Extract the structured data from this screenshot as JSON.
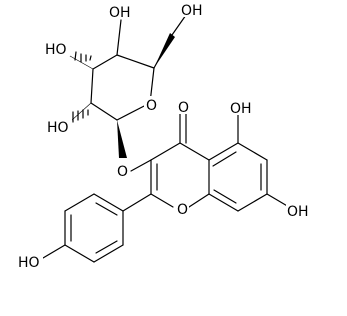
{
  "molecule": {
    "labels": {
      "oh_sugar_top": "OH",
      "oh_hydroxymethyl": "OH",
      "ho_sugar_left": "HO",
      "ho_sugar_bottom": "HO",
      "o_ring": "O",
      "o_glycosidic": "O",
      "o_carbonyl": "O",
      "oh_a5": "OH",
      "o_pyran": "O",
      "oh_a7": "OH",
      "ho_phenol": "HO"
    }
  }
}
